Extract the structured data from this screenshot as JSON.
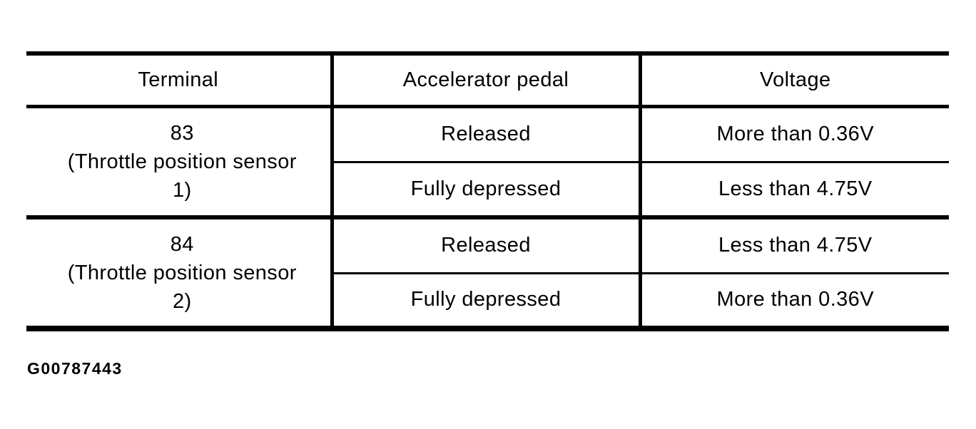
{
  "page": {
    "paper_color": "#ffffff",
    "ink_color": "#000000"
  },
  "figure_id": "G00787443",
  "table": {
    "headers": [
      "Terminal",
      "Accelerator pedal",
      "Voltage"
    ],
    "groups": [
      {
        "terminal": "83 (Throttle position sensor 1)",
        "terminal_lines": [
          "83",
          "(Throttle position sensor",
          "1)"
        ],
        "rows": [
          {
            "pedal": "Released",
            "voltage": "More than 0.36V"
          },
          {
            "pedal": "Fully depressed",
            "voltage": "Less than 4.75V"
          }
        ]
      },
      {
        "terminal": "84 (Throttle position sensor 2)",
        "terminal_lines": [
          "84",
          "(Throttle position sensor",
          "2)"
        ],
        "rows": [
          {
            "pedal": "Released",
            "voltage": "Less than 4.75V"
          },
          {
            "pedal": "Fully depressed",
            "voltage": "More than 0.36V"
          }
        ]
      }
    ]
  }
}
